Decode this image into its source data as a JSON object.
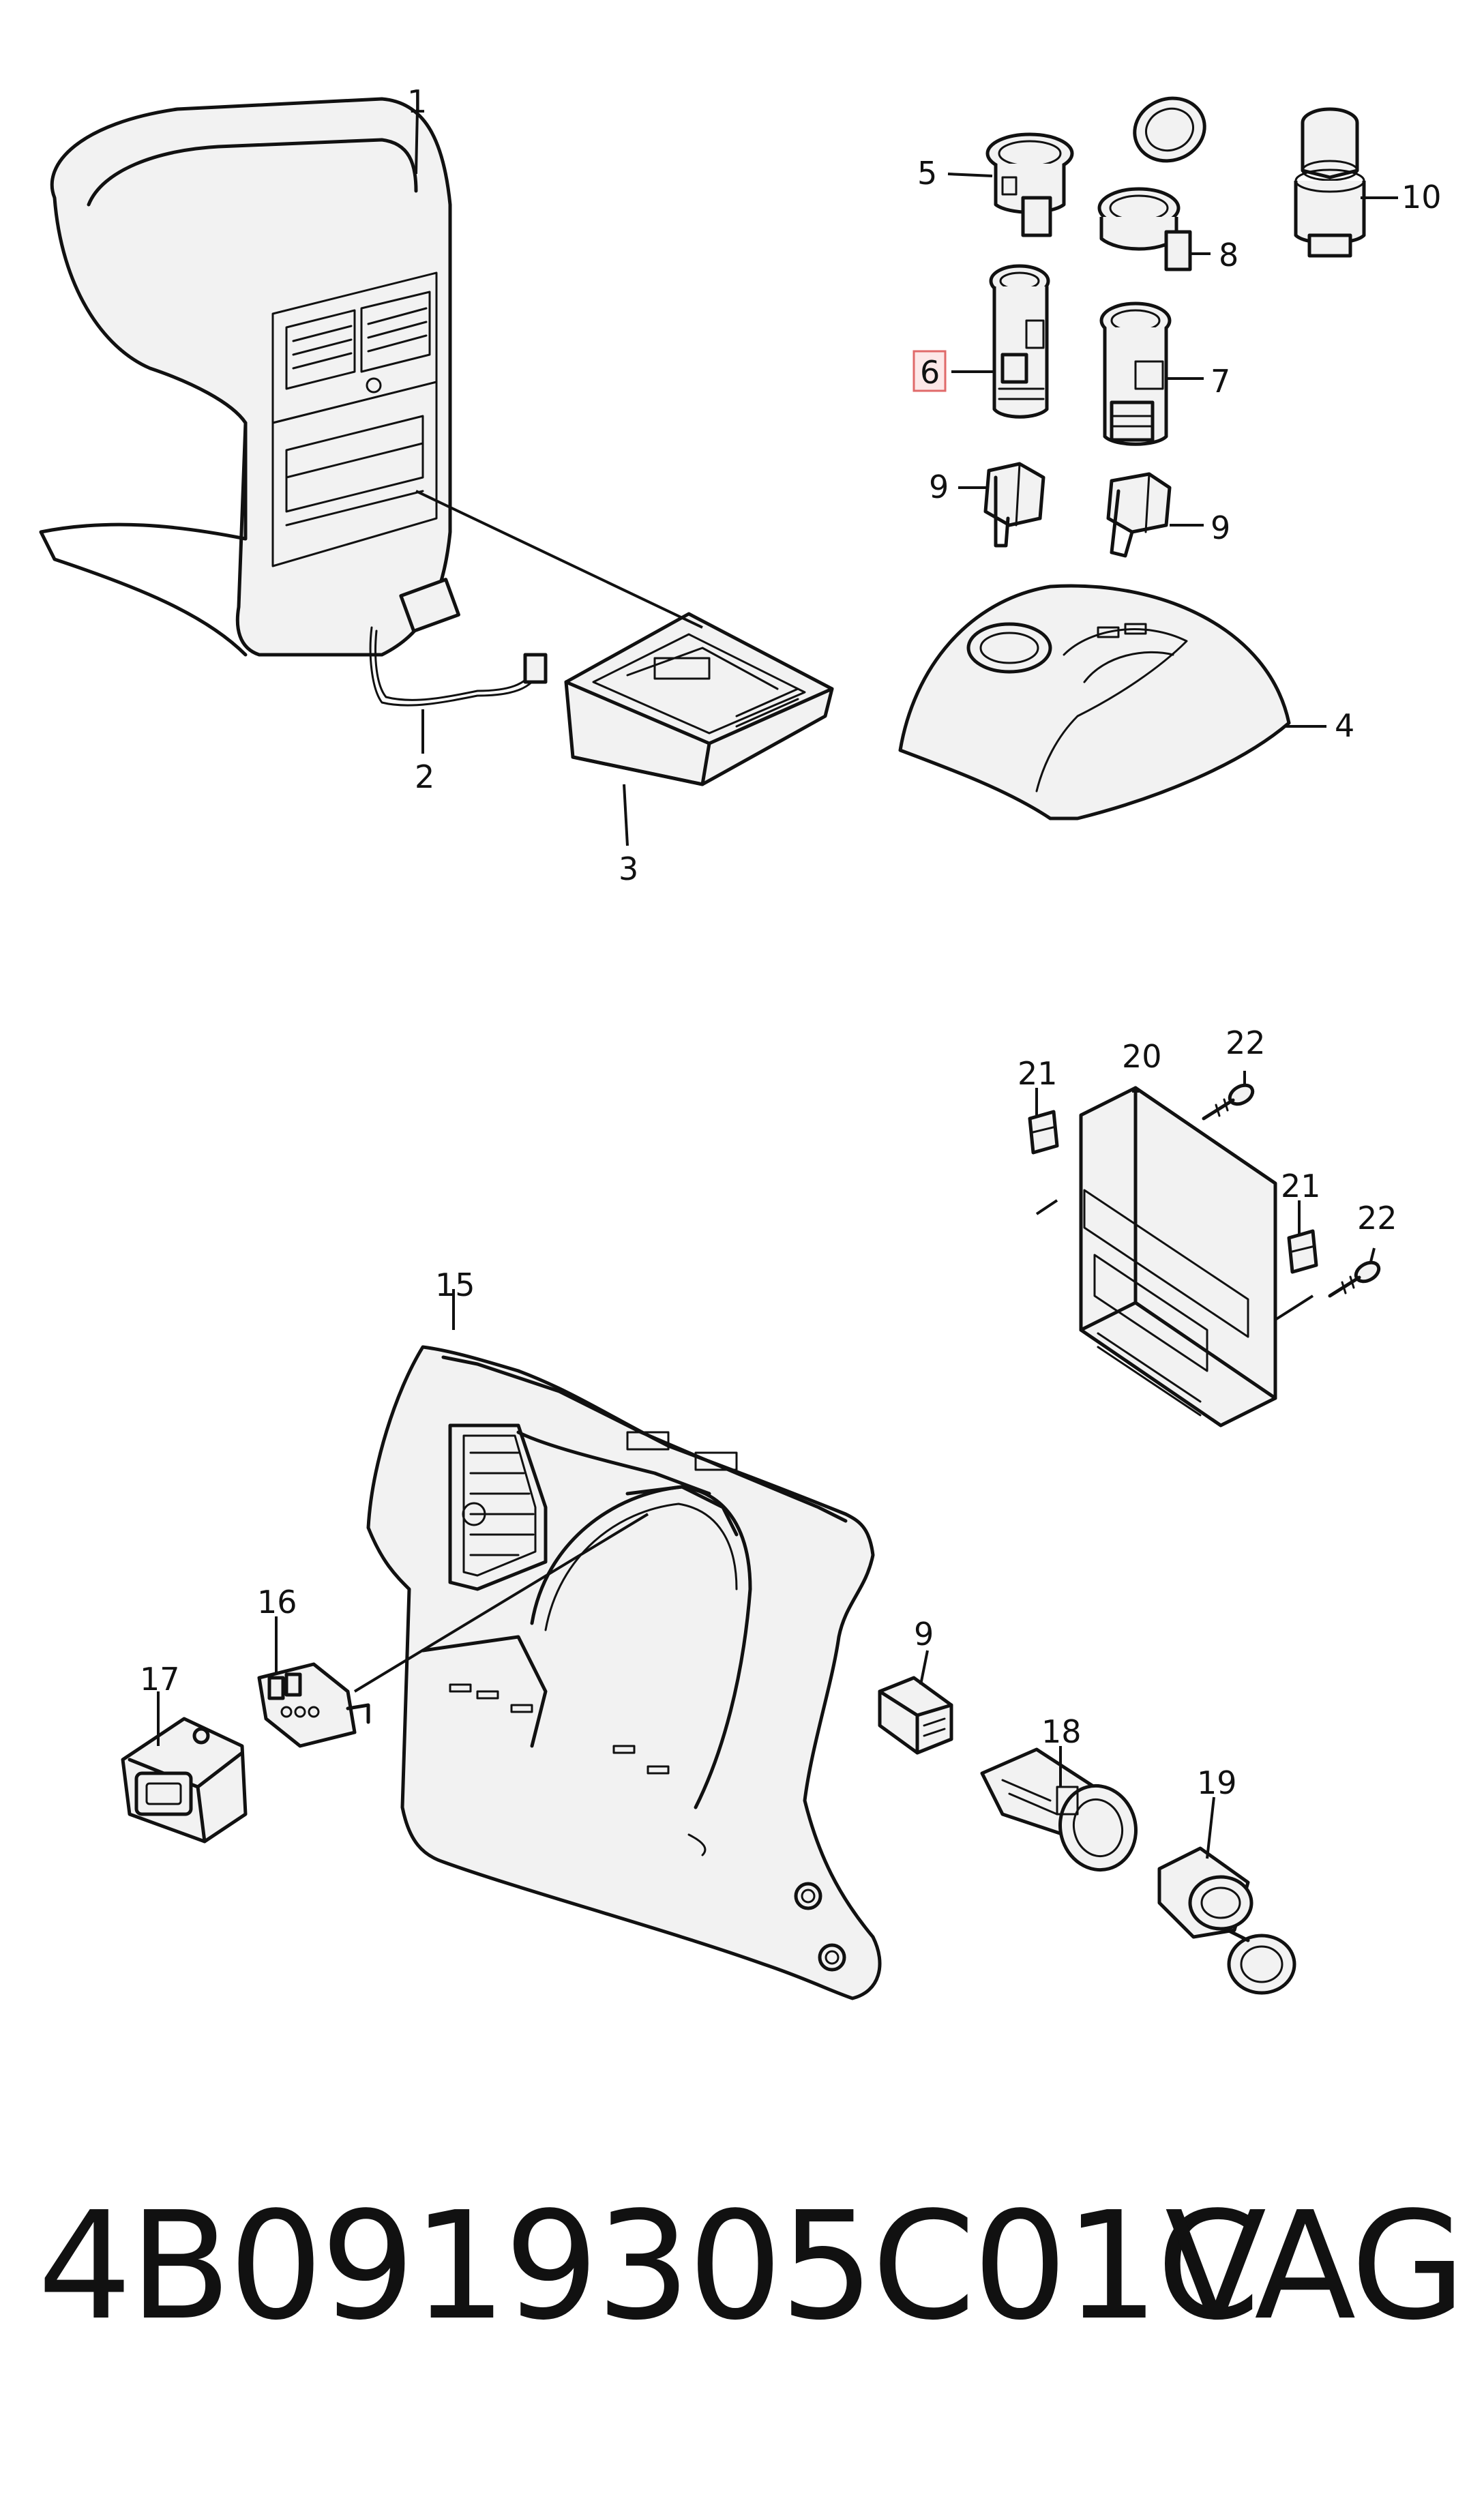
{
  "callouts": [
    {
      "id": "1",
      "label": "1"
    },
    {
      "id": "2",
      "label": "2"
    },
    {
      "id": "3",
      "label": "3"
    },
    {
      "id": "4",
      "label": "4"
    },
    {
      "id": "5",
      "label": "5"
    },
    {
      "id": "6",
      "label": "6",
      "highlighted": true
    },
    {
      "id": "7",
      "label": "7"
    },
    {
      "id": "8",
      "label": "8"
    },
    {
      "id": "9a",
      "label": "9"
    },
    {
      "id": "9b",
      "label": "9"
    },
    {
      "id": "9c",
      "label": "9"
    },
    {
      "id": "10",
      "label": "10"
    },
    {
      "id": "15",
      "label": "15"
    },
    {
      "id": "16",
      "label": "16"
    },
    {
      "id": "17",
      "label": "17"
    },
    {
      "id": "18",
      "label": "18"
    },
    {
      "id": "19",
      "label": "19"
    },
    {
      "id": "20",
      "label": "20"
    },
    {
      "id": "21a",
      "label": "21"
    },
    {
      "id": "21b",
      "label": "21"
    },
    {
      "id": "22a",
      "label": "22"
    },
    {
      "id": "22b",
      "label": "22"
    }
  ],
  "footer": {
    "part_number": "4B0919305C01C",
    "brand": "VAG"
  },
  "colors": {
    "line": "#111111",
    "highlight_fill": "#fde8e8",
    "highlight_border": "#e06a6a"
  }
}
